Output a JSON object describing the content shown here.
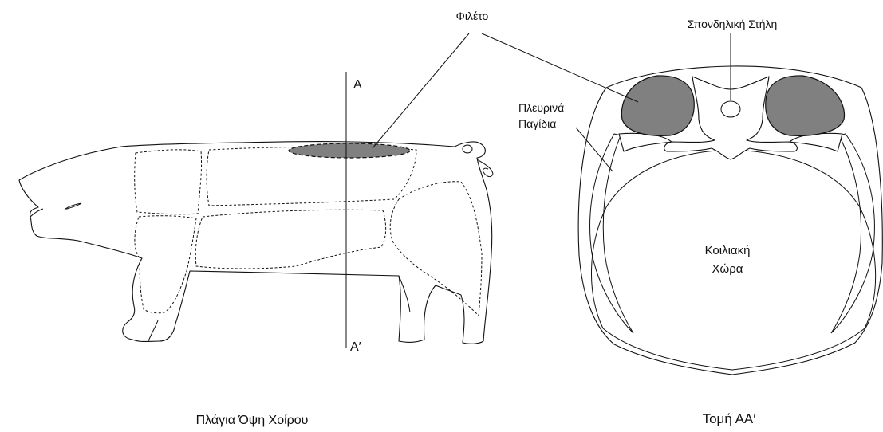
{
  "colors": {
    "ink": "#111111",
    "background": "#ffffff",
    "muscle_fill": "#808080"
  },
  "labels": {
    "fileto": "Φιλέτο",
    "spine": "Σπονδηλική Στήλη",
    "ribs_line1": "Πλευρινά",
    "ribs_line2": "Παγίδια",
    "cavity_line1": "Κοιλιακή",
    "cavity_line2": "Χώρα",
    "section_top": "Α",
    "section_bottom": "Α′",
    "side_view_caption": "Πλάγια Όψη Χοίρου",
    "section_caption": "Τομή ΑΑ′"
  }
}
